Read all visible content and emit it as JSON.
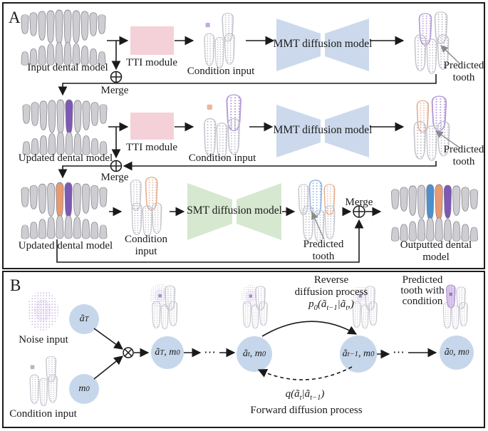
{
  "panel_a": {
    "label": "A",
    "row1": {
      "input_caption": "Input dental model",
      "tti_label": "TTI module",
      "condition_caption": "Condition input",
      "model_label": "MMT diffusion model",
      "predicted_line1": "Predicted",
      "predicted_line2": "tooth",
      "merge_label": "Merge"
    },
    "row2": {
      "input_caption": "Updated dental model",
      "tti_label": "TTI module",
      "condition_caption": "Condition input",
      "model_label": "MMT diffusion model",
      "predicted_line1": "Predicted",
      "predicted_line2": "tooth",
      "merge_label": "Merge"
    },
    "row3": {
      "input_caption": "Updated dental model",
      "condition_line1": "Condition",
      "condition_line2": "input",
      "model_label": "SMT diffusion model",
      "predicted_line1": "Predicted",
      "predicted_line2": "tooth",
      "merge_label": "Merge",
      "output_line1": "Outputted dental",
      "output_line2": "model"
    }
  },
  "panel_b": {
    "label": "B",
    "noise_caption": "Noise input",
    "condition_caption": "Condition input",
    "dots": "⋯",
    "nodes": {
      "a_T": [
        "ã",
        "T"
      ],
      "m_0": [
        "m",
        "0"
      ],
      "a_T_m0": [
        "ã",
        "T",
        ", m",
        "0"
      ],
      "a_t_m0": [
        "ã",
        "t",
        ", m",
        "0"
      ],
      "a_t1_m0": [
        "ã",
        "t−1",
        ", m",
        "0"
      ],
      "a_0_m0": [
        "ã",
        "0",
        ", m",
        "0"
      ]
    },
    "reverse_line1": "Reverse",
    "reverse_line2": "diffusion process",
    "reverse_math": [
      "p",
      "0",
      "(ã",
      "t−1",
      "|ã",
      "t",
      ",)"
    ],
    "forward_math": [
      "q(ã",
      "t",
      "|ã",
      "t−1",
      ")"
    ],
    "forward_label": "Forward diffusion process",
    "predicted_line1": "Predicted",
    "predicted_line2": "tooth with",
    "predicted_line3": "condition"
  },
  "colors": {
    "tti-pink": "#f4d1d9",
    "mmt-blue": "#ccd9ec",
    "smt-green": "#d6e8d0",
    "node-blue": "#c7d7eb",
    "tooth-purple": "#7d58b5",
    "tooth-orange": "#e89a72",
    "tooth-blue": "#4f8fcc",
    "line-dark": "#1a1a1a"
  }
}
